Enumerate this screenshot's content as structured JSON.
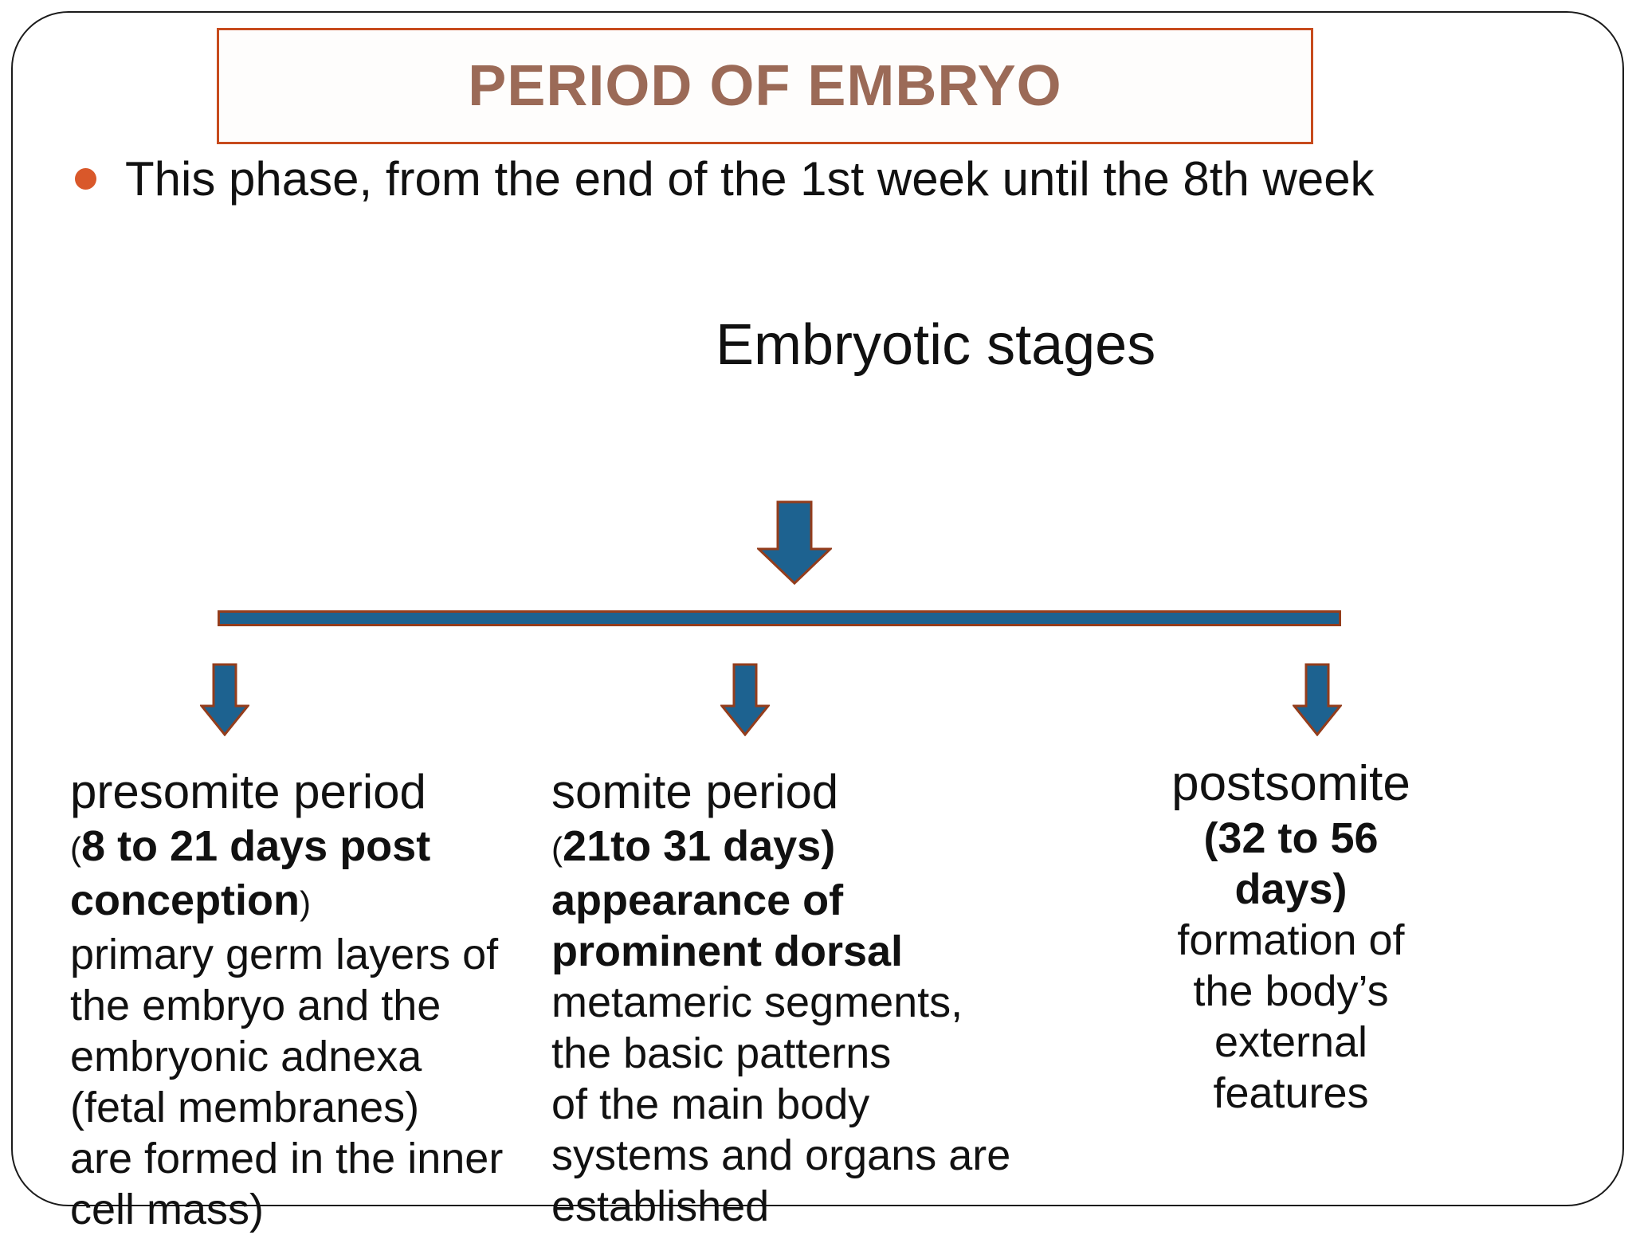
{
  "slide": {
    "title": "PERIOD OF EMBRYO",
    "bullet_text": "This phase, from the end of the 1st week until the 8th week",
    "diagram": {
      "heading": "Embryotic stages",
      "branches": [
        {
          "heading": "presomite period",
          "paren_open": "(",
          "bold_a": "8 to 21 days post",
          "bold_b": "conception",
          "paren_close": ")",
          "desc_lines": [
            "primary germ layers of",
            "the embryo and the",
            "embryonic adnexa",
            "(fetal membranes)",
            "are formed in the inner",
            "cell mass)"
          ]
        },
        {
          "heading": "somite period",
          "paren_open": "(",
          "bold_a": "21to 31 days)",
          "bold_b": "appearance of",
          "bold_c": "prominent dorsal",
          "desc_lines": [
            "metameric segments,",
            "the basic patterns",
            "of the main body",
            "systems and organs are",
            "established"
          ]
        },
        {
          "heading": "postsomite",
          "bold_a": "(32 to 56",
          "bold_b": "days)",
          "desc_lines": [
            "formation of",
            "the body’s",
            "external",
            "features"
          ]
        }
      ]
    }
  },
  "colors": {
    "title-text": "#9b6a57",
    "title-border": "#c74b1d",
    "frame-border": "#1b1b1b",
    "bullet": "#d9582a",
    "arrow-fill": "#1d6290",
    "arrow-stroke": "#943d1c",
    "body-text": "#111111"
  }
}
